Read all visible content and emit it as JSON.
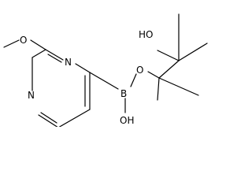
{
  "labels": {
    "o_methoxy": "O",
    "n3": "N",
    "n1": "N",
    "b": "B",
    "o_ester": "O",
    "oh_boron": "OH",
    "ho_pinacol": "HO"
  }
}
